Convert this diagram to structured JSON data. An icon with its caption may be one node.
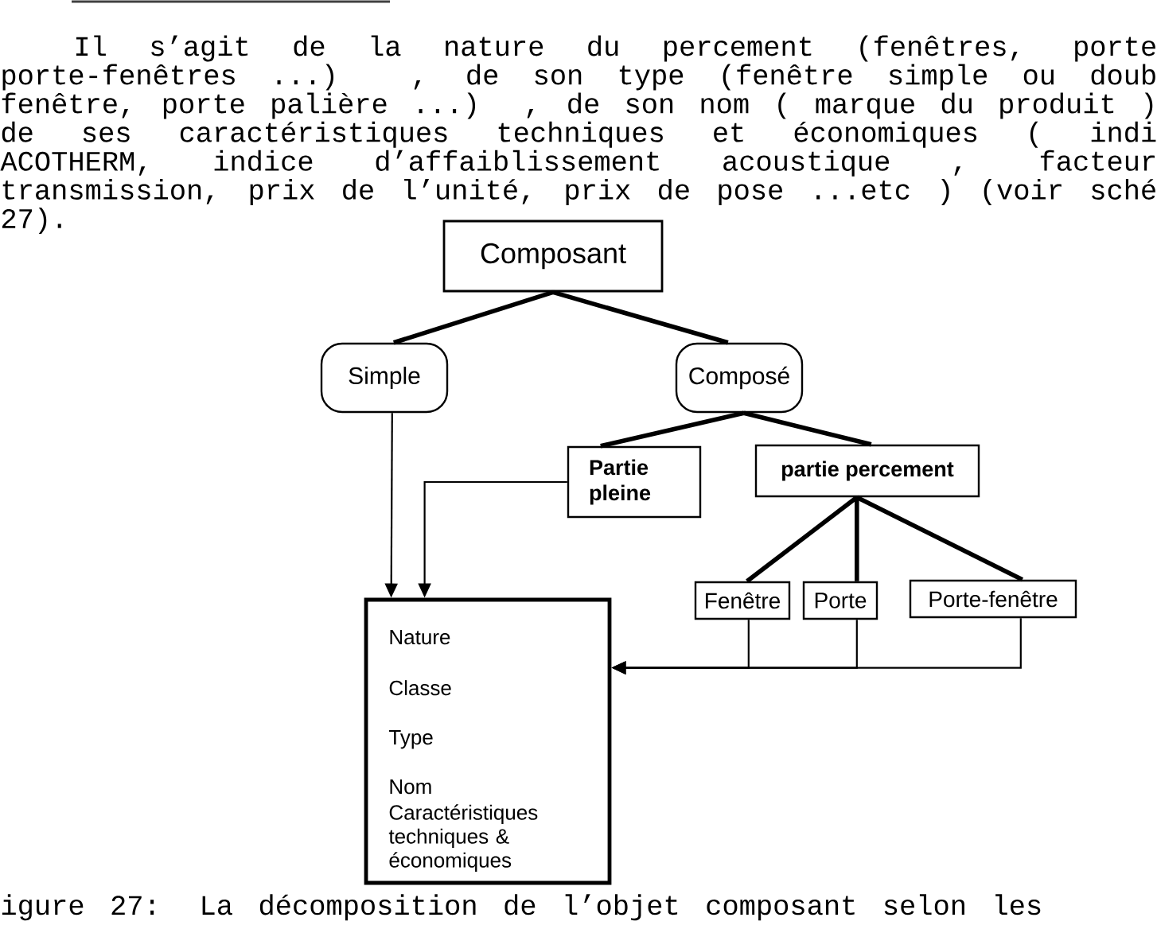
{
  "diagram": {
    "caption": "igure 27: La décomposition de l’objet composant selon les",
    "nodes": [
      {
        "text": [
          "Composant"
        ]
      },
      {
        "text": [
          "Simple"
        ]
      },
      {
        "text": [
          "Composé"
        ]
      },
      {
        "text": [
          "Partie pleine"
        ]
      },
      {
        "text": [
          "partie percement"
        ]
      },
      {
        "text": [
          "Fenêtre"
        ]
      },
      {
        "text": [
          "Porte"
        ]
      },
      {
        "text": [
          "Porte-fenêtre"
        ]
      },
      {
        "text": [
          "Nature",
          "Classe",
          "Type",
          "Nom",
          "Caractéristiques techniques & économiques"
        ]
      }
    ],
    "edges": [
      {
        "from": 0,
        "to": 1,
        "arrow": "none"
      },
      {
        "from": 0,
        "to": 2,
        "arrow": "none"
      },
      {
        "from": 2,
        "to": 3,
        "arrow": "none"
      },
      {
        "from": 2,
        "to": 4,
        "arrow": "none"
      },
      {
        "from": 4,
        "to": 5,
        "arrow": "none"
      },
      {
        "from": 4,
        "to": 6,
        "arrow": "none"
      },
      {
        "from": 4,
        "to": 7,
        "arrow": "none"
      },
      {
        "from": 1,
        "to": 8,
        "arrow": "to"
      },
      {
        "from": 3,
        "to": 8,
        "arrow": "to"
      },
      {
        "from": 5,
        "to": 8,
        "arrow": "to"
      },
      {
        "from": 6,
        "to": 8,
        "arrow": "to"
      },
      {
        "from": 7,
        "to": 8,
        "arrow": "to"
      }
    ],
    "labels": [
      "Il s’agit de la nature du percement (fenêtres, porte porte-fenêtres ...) , de son type (fenêtre simple ou doub fenêtre, porte palière ...) , de son nom ( marque du produit ) de ses caractéristiques techniques et économiques ( indi ACOTHERM, indice d’affaiblissement acoustique , facteur transmission, prix de l’unité, prix de pose ...etc ) (voir sché 27)."
    ]
  }
}
